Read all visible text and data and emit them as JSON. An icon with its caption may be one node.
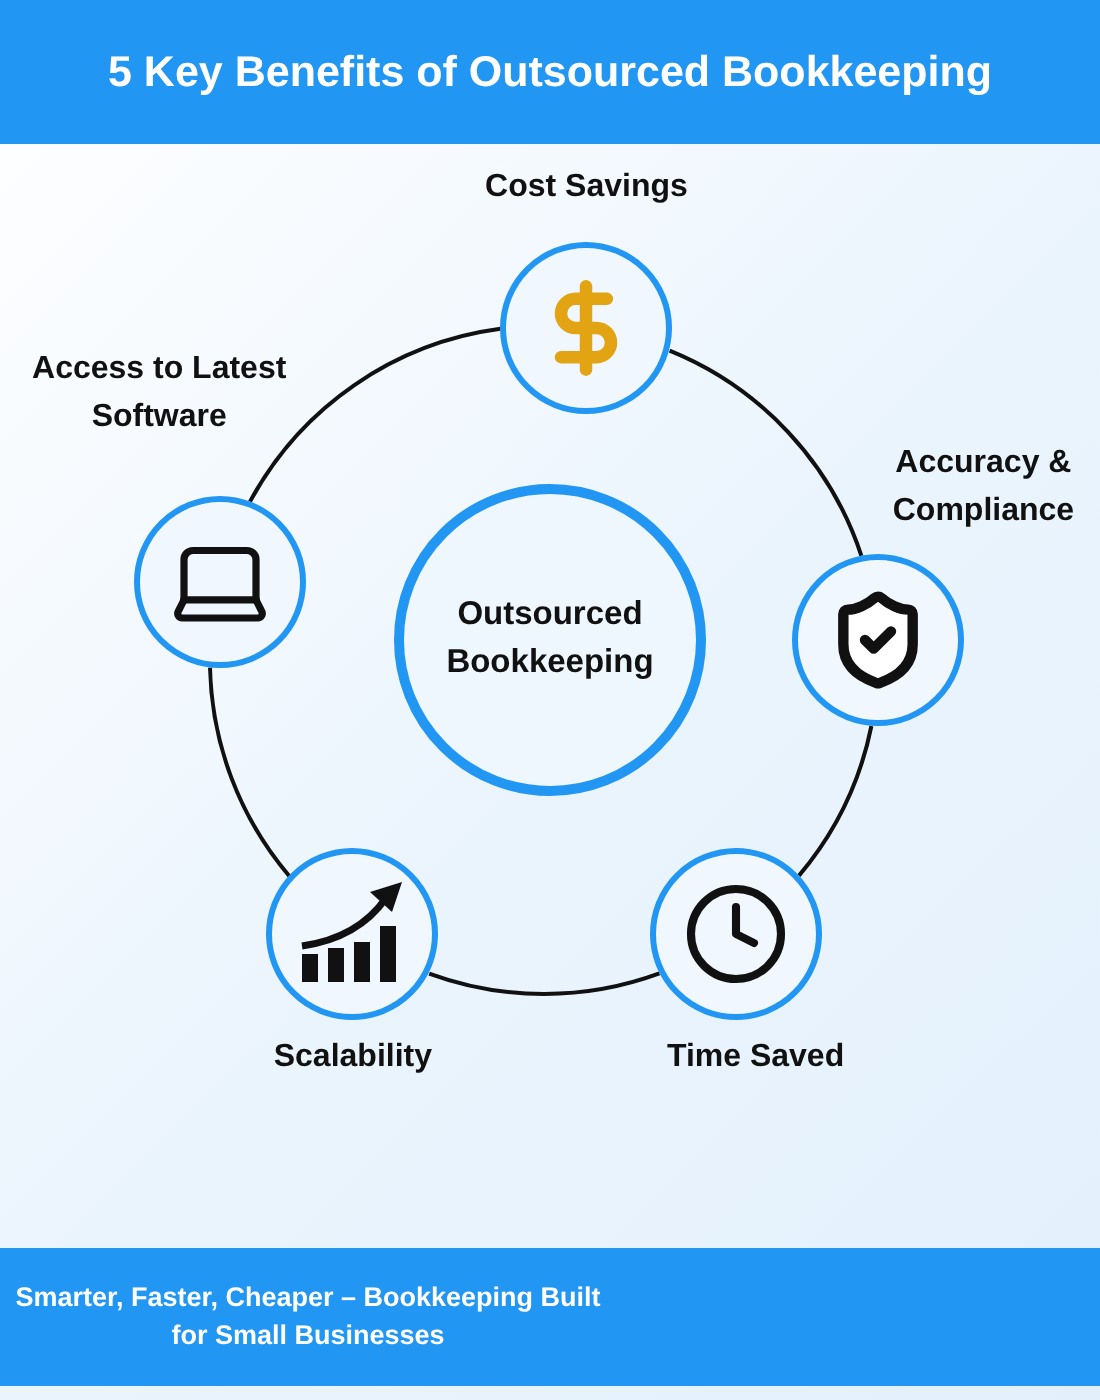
{
  "diagram": {
    "title": "5 Key Benefits of Outsourced Bookkeeping",
    "caption": "Smarter, Faster, Cheaper – Bookkeeping Built for Small Businesses",
    "nodes": [
      {
        "text": [
          "Cost Savings"
        ]
      },
      {
        "text": [
          "Access to Latest Software"
        ]
      },
      {
        "text": [
          "Accuracy & Compliance"
        ]
      },
      {
        "text": [
          "Outsourced Bookkeeping"
        ]
      },
      {
        "text": [
          "Scalability"
        ]
      },
      {
        "text": [
          "Time Saved"
        ]
      }
    ],
    "edges": [
      {
        "from": 0,
        "to": 2,
        "arrow": "none"
      },
      {
        "from": 2,
        "to": 5,
        "arrow": "none"
      },
      {
        "from": 5,
        "to": 4,
        "arrow": "none"
      },
      {
        "from": 4,
        "to": 1,
        "arrow": "none"
      },
      {
        "from": 1,
        "to": 0,
        "arrow": "none"
      }
    ]
  }
}
